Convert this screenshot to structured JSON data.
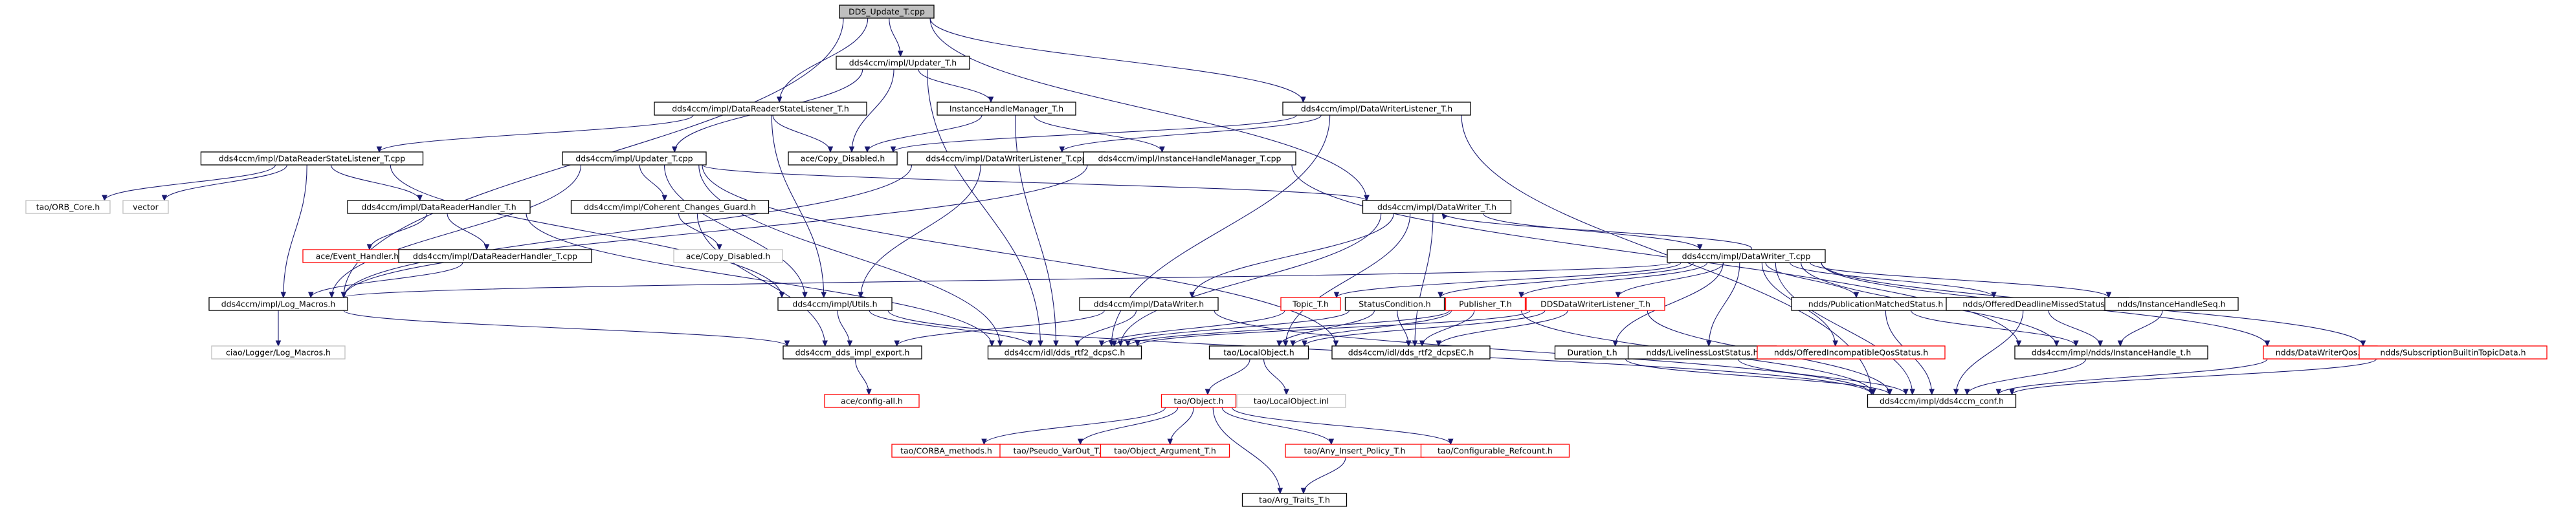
{
  "colors": {
    "edge": "#191970",
    "root_fill": "#bfbfbf",
    "root_border": "#000000",
    "node_border": "#000000",
    "external_border": "#bfbfbf",
    "missing_border": "#ff0000",
    "node_fill": "#ffffff"
  },
  "nodes": [
    {
      "id": "root",
      "label": "DDS_Update_T.cpp",
      "kind": "root"
    },
    {
      "id": "updater_h",
      "label": "dds4ccm/impl/Updater_T.h",
      "kind": "normal"
    },
    {
      "id": "drsl_h",
      "label": "dds4ccm/impl/DataReaderStateListener_T.h",
      "kind": "normal"
    },
    {
      "id": "ihm_h",
      "label": "InstanceHandleManager_T.h",
      "kind": "normal"
    },
    {
      "id": "dwl_h",
      "label": "dds4ccm/impl/DataWriterListener_T.h",
      "kind": "normal"
    },
    {
      "id": "drsl_cpp",
      "label": "dds4ccm/impl/DataReaderStateListener_T.cpp",
      "kind": "normal"
    },
    {
      "id": "updater_cpp",
      "label": "dds4ccm/impl/Updater_T.cpp",
      "kind": "normal"
    },
    {
      "id": "ace_copy1",
      "label": "ace/Copy_Disabled.h",
      "kind": "normal"
    },
    {
      "id": "dwl_cpp",
      "label": "dds4ccm/impl/DataWriterListener_T.cpp",
      "kind": "normal"
    },
    {
      "id": "ihm_cpp",
      "label": "dds4ccm/impl/InstanceHandleManager_T.cpp",
      "kind": "normal"
    },
    {
      "id": "tao_orb",
      "label": "tao/ORB_Core.h",
      "kind": "external"
    },
    {
      "id": "vector",
      "label": "vector",
      "kind": "external"
    },
    {
      "id": "drh_h",
      "label": "dds4ccm/impl/DataReaderHandler_T.h",
      "kind": "normal"
    },
    {
      "id": "ccg_h",
      "label": "dds4ccm/impl/Coherent_Changes_Guard.h",
      "kind": "normal"
    },
    {
      "id": "dw_h",
      "label": "dds4ccm/impl/DataWriter_T.h",
      "kind": "normal"
    },
    {
      "id": "ace_evt",
      "label": "ace/Event_Handler.h",
      "kind": "missing"
    },
    {
      "id": "drh_cpp",
      "label": "dds4ccm/impl/DataReaderHandler_T.cpp",
      "kind": "normal"
    },
    {
      "id": "ace_copy2",
      "label": "ace/Copy_Disabled.h",
      "kind": "external"
    },
    {
      "id": "dw_cpp",
      "label": "dds4ccm/impl/DataWriter_T.cpp",
      "kind": "normal"
    },
    {
      "id": "logm",
      "label": "dds4ccm/impl/Log_Macros.h",
      "kind": "normal"
    },
    {
      "id": "utils",
      "label": "dds4ccm/impl/Utils.h",
      "kind": "normal"
    },
    {
      "id": "dwr",
      "label": "dds4ccm/impl/DataWriter.h",
      "kind": "normal"
    },
    {
      "id": "topic",
      "label": "Topic_T.h",
      "kind": "missing"
    },
    {
      "id": "statcond",
      "label": "StatusCondition.h",
      "kind": "normal"
    },
    {
      "id": "pub",
      "label": "Publisher_T.h",
      "kind": "missing"
    },
    {
      "id": "ddswl",
      "label": "DDSDataWriterListener_T.h",
      "kind": "missing"
    },
    {
      "id": "pms",
      "label": "ndds/PublicationMatchedStatus.h",
      "kind": "normal"
    },
    {
      "id": "odms",
      "label": "ndds/OfferedDeadlineMissedStatus.h",
      "kind": "normal"
    },
    {
      "id": "ihs",
      "label": "ndds/InstanceHandleSeq.h",
      "kind": "normal"
    },
    {
      "id": "ciao_log",
      "label": "ciao/Logger/Log_Macros.h",
      "kind": "external"
    },
    {
      "id": "export",
      "label": "dds4ccm_dds_impl_export.h",
      "kind": "normal"
    },
    {
      "id": "dcpsc",
      "label": "dds4ccm/idl/dds_rtf2_dcpsC.h",
      "kind": "normal"
    },
    {
      "id": "localobj",
      "label": "tao/LocalObject.h",
      "kind": "normal"
    },
    {
      "id": "dcpsec",
      "label": "dds4ccm/idl/dds_rtf2_dcpsEC.h",
      "kind": "normal"
    },
    {
      "id": "duration",
      "label": "Duration_t.h",
      "kind": "normal"
    },
    {
      "id": "lls",
      "label": "ndds/LivelinessLostStatus.h",
      "kind": "normal"
    },
    {
      "id": "oiqs",
      "label": "ndds/OfferedIncompatibleQosStatus.h",
      "kind": "missing"
    },
    {
      "id": "ih_t",
      "label": "dds4ccm/impl/ndds/InstanceHandle_t.h",
      "kind": "normal"
    },
    {
      "id": "dwqos",
      "label": "ndds/DataWriterQos.h",
      "kind": "missing"
    },
    {
      "id": "sbtd",
      "label": "ndds/SubscriptionBuiltinTopicData.h",
      "kind": "missing"
    },
    {
      "id": "confh",
      "label": "dds4ccm/impl/dds4ccm_conf.h",
      "kind": "normal"
    },
    {
      "id": "ace_cfg",
      "label": "ace/config-all.h",
      "kind": "missing"
    },
    {
      "id": "tao_obj",
      "label": "tao/Object.h",
      "kind": "missing"
    },
    {
      "id": "localinl",
      "label": "tao/LocalObject.inl",
      "kind": "external"
    },
    {
      "id": "corba_m",
      "label": "tao/CORBA_methods.h",
      "kind": "missing"
    },
    {
      "id": "pvo",
      "label": "tao/Pseudo_VarOut_T.h",
      "kind": "missing"
    },
    {
      "id": "oarg",
      "label": "tao/Object_Argument_T.h",
      "kind": "missing"
    },
    {
      "id": "aip",
      "label": "tao/Any_Insert_Policy_T.h",
      "kind": "missing"
    },
    {
      "id": "cref",
      "label": "tao/Configurable_Refcount.h",
      "kind": "missing"
    },
    {
      "id": "argt",
      "label": "tao/Arg_Traits_T.h",
      "kind": "normal"
    }
  ],
  "edges": [
    [
      "root",
      "updater_h"
    ],
    [
      "root",
      "drsl_h"
    ],
    [
      "root",
      "dwl_h"
    ],
    [
      "root",
      "dw_h"
    ],
    [
      "root",
      "logm"
    ],
    [
      "updater_h",
      "updater_cpp"
    ],
    [
      "updater_h",
      "ihm_h"
    ],
    [
      "updater_h",
      "ace_copy1"
    ],
    [
      "updater_h",
      "dcpsc"
    ],
    [
      "drsl_h",
      "drsl_cpp"
    ],
    [
      "drsl_h",
      "ace_copy1"
    ],
    [
      "drsl_h",
      "utils"
    ],
    [
      "ihm_h",
      "ihm_cpp"
    ],
    [
      "ihm_h",
      "ace_copy1"
    ],
    [
      "ihm_h",
      "dcpsc"
    ],
    [
      "dwl_h",
      "dwl_cpp"
    ],
    [
      "dwl_h",
      "ace_copy1"
    ],
    [
      "dwl_h",
      "dcpsc"
    ],
    [
      "dwl_h",
      "confh"
    ],
    [
      "drsl_cpp",
      "tao_orb"
    ],
    [
      "drsl_cpp",
      "vector"
    ],
    [
      "drsl_cpp",
      "drh_h"
    ],
    [
      "drsl_cpp",
      "logm"
    ],
    [
      "drsl_cpp",
      "utils"
    ],
    [
      "updater_cpp",
      "ccg_h"
    ],
    [
      "updater_cpp",
      "dw_h"
    ],
    [
      "updater_cpp",
      "logm"
    ],
    [
      "updater_cpp",
      "utils"
    ],
    [
      "updater_cpp",
      "dcpsc"
    ],
    [
      "updater_cpp",
      "dcpsec"
    ],
    [
      "dwl_cpp",
      "logm"
    ],
    [
      "dwl_cpp",
      "utils"
    ],
    [
      "ihm_cpp",
      "logm"
    ],
    [
      "ihm_cpp",
      "ih_t"
    ],
    [
      "drh_h",
      "ace_evt"
    ],
    [
      "drh_h",
      "drh_cpp"
    ],
    [
      "drh_h",
      "dcpsc"
    ],
    [
      "drh_cpp",
      "logm"
    ],
    [
      "ccg_h",
      "ace_copy2"
    ],
    [
      "ccg_h",
      "export"
    ],
    [
      "dw_h",
      "dw_cpp"
    ],
    [
      "dw_h",
      "dwr"
    ],
    [
      "dw_h",
      "dcpsc"
    ],
    [
      "dw_h",
      "localobj"
    ],
    [
      "dw_h",
      "dcpsec"
    ],
    [
      "dw_cpp",
      "dw_h"
    ],
    [
      "dw_cpp",
      "logm"
    ],
    [
      "dw_cpp",
      "topic"
    ],
    [
      "dw_cpp",
      "statcond"
    ],
    [
      "dw_cpp",
      "pub"
    ],
    [
      "dw_cpp",
      "ddswl"
    ],
    [
      "dw_cpp",
      "duration"
    ],
    [
      "dw_cpp",
      "lls"
    ],
    [
      "dw_cpp",
      "oiqs"
    ],
    [
      "dw_cpp",
      "pms"
    ],
    [
      "dw_cpp",
      "odms"
    ],
    [
      "dw_cpp",
      "ihs"
    ],
    [
      "dw_cpp",
      "ih_t"
    ],
    [
      "dw_cpp",
      "dwqos"
    ],
    [
      "dw_cpp",
      "sbtd"
    ],
    [
      "dw_cpp",
      "confh"
    ],
    [
      "logm",
      "ciao_log"
    ],
    [
      "logm",
      "export"
    ],
    [
      "utils",
      "export"
    ],
    [
      "utils",
      "dcpsc"
    ],
    [
      "utils",
      "confh"
    ],
    [
      "dwr",
      "export"
    ],
    [
      "dwr",
      "dcpsc"
    ],
    [
      "dwr",
      "confh"
    ],
    [
      "topic",
      "dcpsc"
    ],
    [
      "statcond",
      "dcpsc"
    ],
    [
      "statcond",
      "localobj"
    ],
    [
      "statcond",
      "dcpsec"
    ],
    [
      "pub",
      "dcpsc"
    ],
    [
      "pub",
      "localobj"
    ],
    [
      "pub",
      "dcpsec"
    ],
    [
      "pub",
      "confh"
    ],
    [
      "ddswl",
      "dcpsc"
    ],
    [
      "ddswl",
      "localobj"
    ],
    [
      "ddswl",
      "dcpsec"
    ],
    [
      "ddswl",
      "confh"
    ],
    [
      "pms",
      "ih_t"
    ],
    [
      "pms",
      "confh"
    ],
    [
      "odms",
      "ih_t"
    ],
    [
      "odms",
      "confh"
    ],
    [
      "ihs",
      "ih_t"
    ],
    [
      "export",
      "ace_cfg"
    ],
    [
      "localobj",
      "tao_obj"
    ],
    [
      "localobj",
      "localinl"
    ],
    [
      "duration",
      "confh"
    ],
    [
      "lls",
      "confh"
    ],
    [
      "ih_t",
      "confh"
    ],
    [
      "dwqos",
      "confh"
    ],
    [
      "sbtd",
      "confh"
    ],
    [
      "tao_obj",
      "corba_m"
    ],
    [
      "tao_obj",
      "pvo"
    ],
    [
      "tao_obj",
      "oarg"
    ],
    [
      "tao_obj",
      "aip"
    ],
    [
      "tao_obj",
      "cref"
    ],
    [
      "tao_obj",
      "argt"
    ],
    [
      "aip",
      "argt"
    ]
  ]
}
